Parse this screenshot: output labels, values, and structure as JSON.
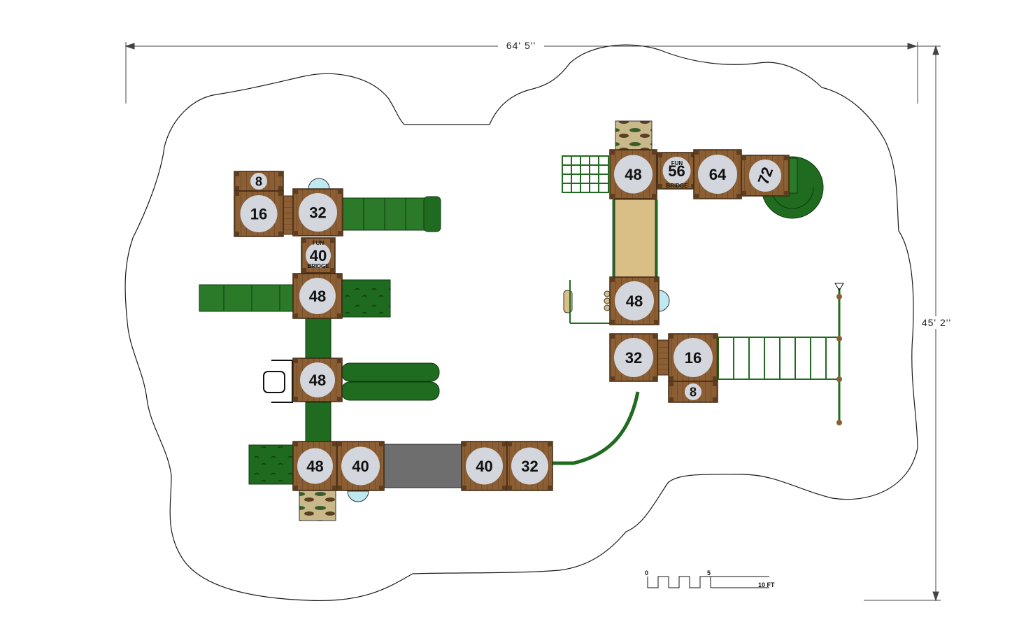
{
  "dimensions": {
    "width_label": "64' 5''",
    "height_label": "45' 2''"
  },
  "deck_labels": {
    "d8a": "8",
    "d16a": "16",
    "d32a": "32",
    "d40a": "40",
    "d48a": "48",
    "d48b": "48",
    "d48c": "48",
    "d40b": "40",
    "d40c": "40",
    "d32b": "32",
    "d48d": "48",
    "d56": "56",
    "d64": "64",
    "d72": "72",
    "d48e": "48",
    "d32c": "32",
    "d16b": "16",
    "d8b": "8"
  },
  "fun_bridges": [
    {
      "top": "FUN",
      "bottom": "BRIDGE"
    },
    {
      "top": "FUN",
      "bottom": "BRIDGE"
    }
  ],
  "scale": {
    "zero": "0",
    "mid": "5",
    "end": "10 FT"
  },
  "colors": {
    "wood": "#8B5E34",
    "wood_dark": "#6b4424",
    "green": "#1f6b1f",
    "green_light": "#2e8b2e",
    "slide_gray": "#6e6e6e",
    "bubble": "#bfe9f0",
    "label_circle": "#d3d6dc",
    "sand": "#d9be86"
  }
}
